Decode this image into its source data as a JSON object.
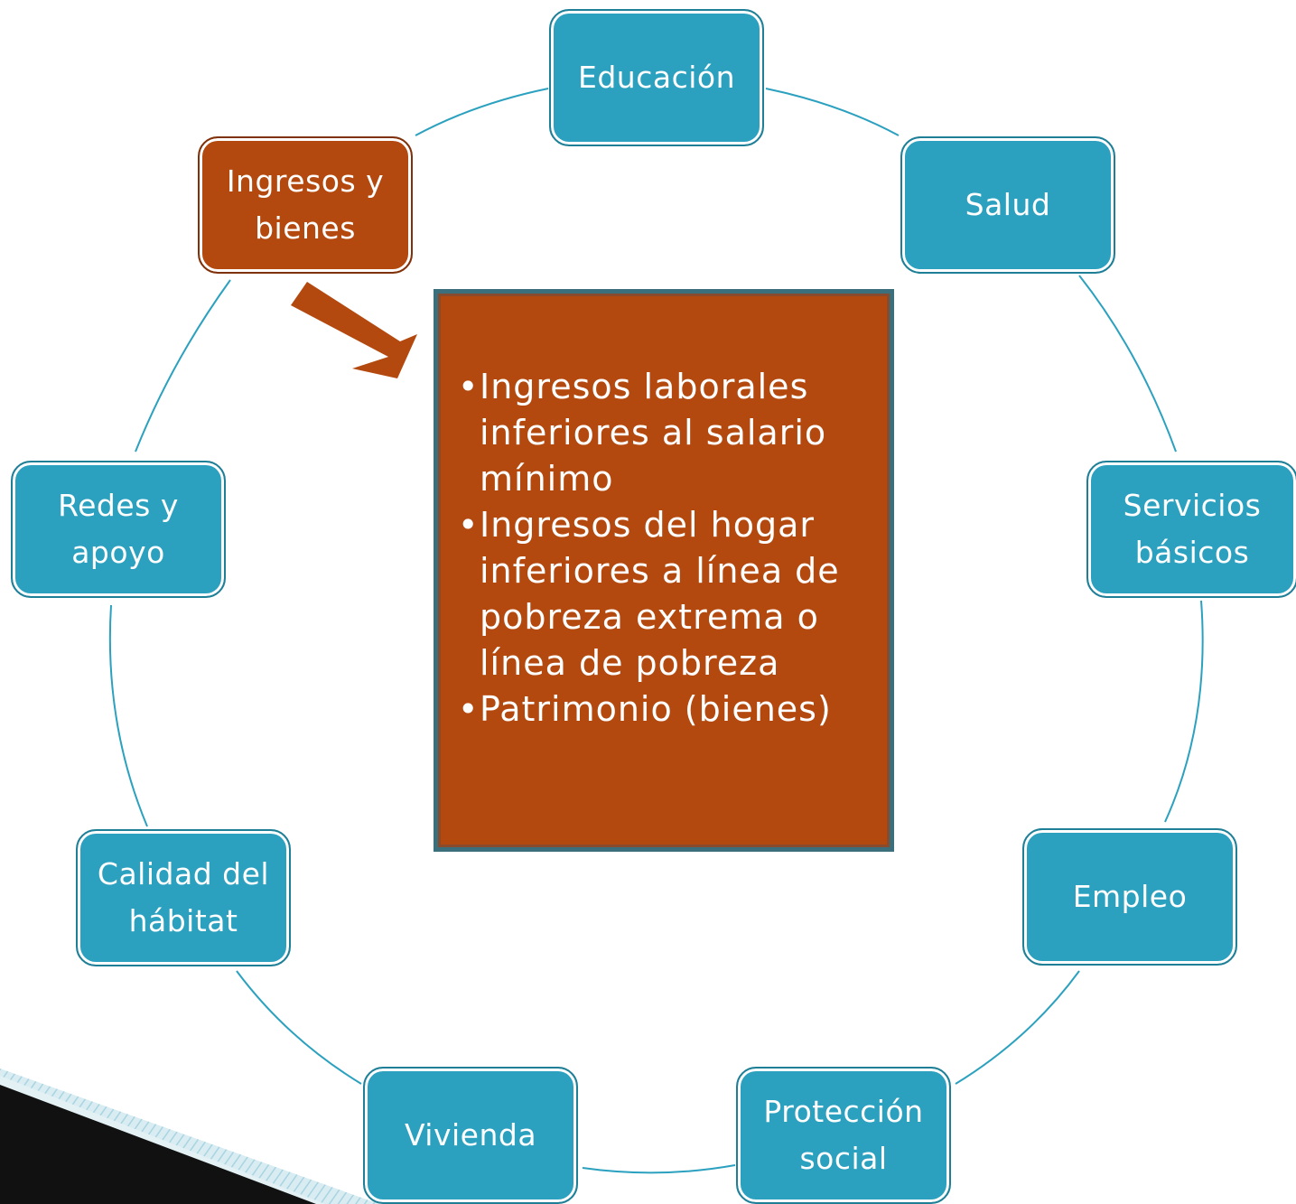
{
  "nodes": [
    {
      "id": "educacion",
      "label": "Educación",
      "active": false
    },
    {
      "id": "salud",
      "label": "Salud",
      "active": false
    },
    {
      "id": "servicios",
      "label": "Servicios básicos",
      "active": false
    },
    {
      "id": "empleo",
      "label": "Empleo",
      "active": false
    },
    {
      "id": "proteccion",
      "label": "Protección social",
      "active": false
    },
    {
      "id": "vivienda",
      "label": "Vivienda",
      "active": false
    },
    {
      "id": "calidad",
      "label": "Calidad del hábitat",
      "active": false
    },
    {
      "id": "redes",
      "label": "Redes y apoyo",
      "active": false
    },
    {
      "id": "ingresos",
      "label": "Ingresos y bienes",
      "active": true
    }
  ],
  "detail": {
    "bullets": [
      "Ingresos laborales inferiores al salario mínimo",
      "Ingresos del hogar inferiores a línea de pobreza extrema o línea de pobreza",
      "Patrimonio (bienes)"
    ]
  },
  "colors": {
    "node_fill": "#2ba1bf",
    "node_border": "#1f7f97",
    "active_fill": "#b3490f",
    "connector": "#2ba1bf",
    "arrow": "#b3490f"
  }
}
